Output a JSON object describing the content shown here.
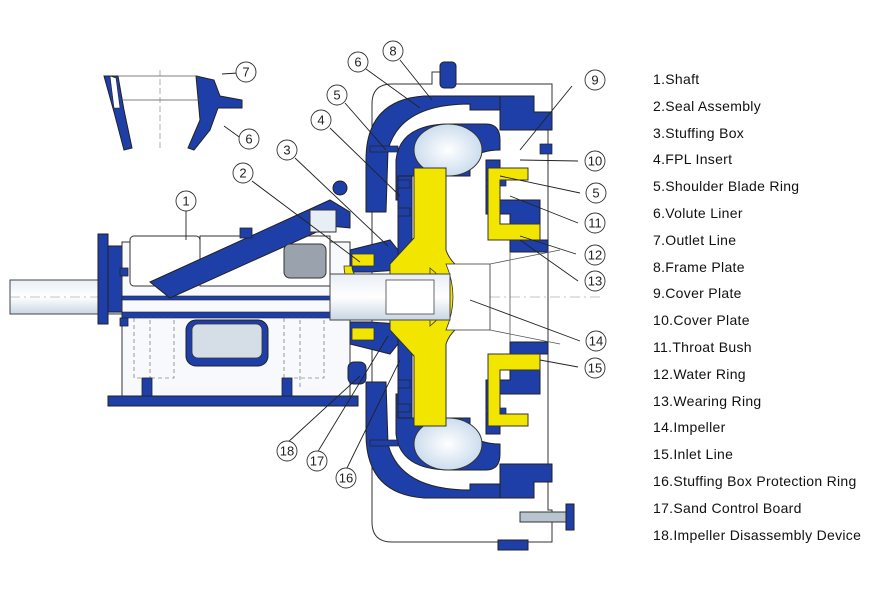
{
  "callouts": [
    "1",
    "2",
    "3",
    "4",
    "5",
    "6",
    "7",
    "8",
    "9",
    "10",
    "5",
    "11",
    "12",
    "13",
    "14",
    "15",
    "16",
    "17",
    "18"
  ],
  "legend": [
    "1.Shaft",
    "2.Seal Assembly",
    "3.Stuffing Box",
    "4.FPL Insert",
    "5.Shoulder Blade Ring",
    "6.Volute Liner",
    "7.Outlet Line",
    "8.Frame Plate",
    "9.Cover Plate",
    "10.Cover Plate",
    "11.Throat Bush",
    "12.Water Ring",
    "13.Wearing Ring",
    "14.Impeller",
    "15.Inlet Line",
    "16.Stuffing Box Protection Ring",
    "17.Sand Control Board",
    "18.Impeller Disassembly Device"
  ],
  "colors": {
    "casing_blue": "#1f3fa8",
    "impeller_yellow": "#f2e600",
    "liner_fill": "#d8e6f2",
    "line": "#333333"
  }
}
